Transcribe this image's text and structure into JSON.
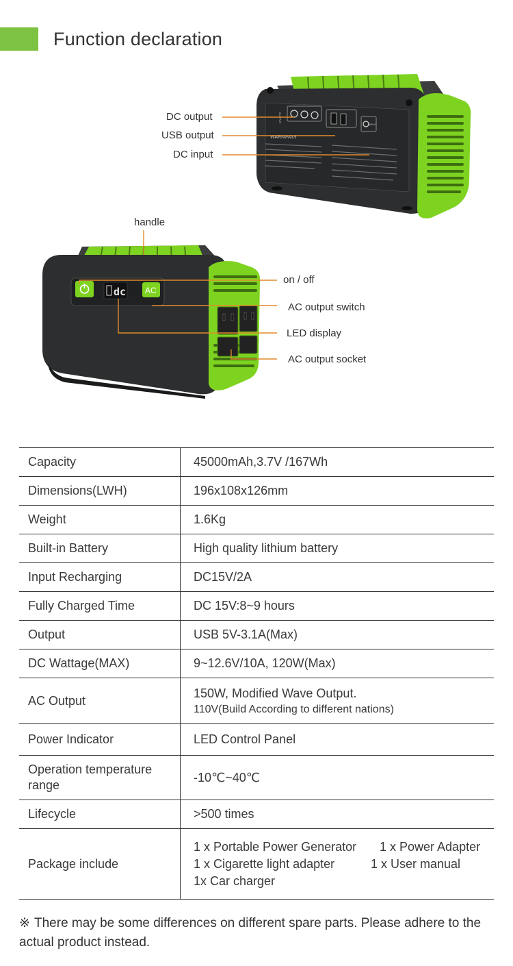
{
  "header": {
    "title": "Function declaration",
    "accent": "#7ec242"
  },
  "diagram": {
    "top_labels": {
      "dc_output": "DC output",
      "usb_output": "USB output",
      "dc_input": "DC input"
    },
    "panel_text": {
      "warning": "WARNINGS",
      "input": "INPUT",
      "output": "OUTPUT"
    },
    "front_labels": {
      "handle": "handle",
      "on_off": "on / off",
      "ac_switch": "AC output switch",
      "led_display": "LED display",
      "ac_socket": "AC output  socket"
    },
    "device_text": {
      "ac_button": "AC",
      "led_readout": "dc"
    },
    "colors": {
      "body": "#2c2e2f",
      "green": "#7ed321",
      "leader": "#e08c2c"
    }
  },
  "specs": {
    "rows": [
      {
        "key": "Capacity",
        "value": "45000mAh,3.7V /167Wh"
      },
      {
        "key": "Dimensions(LWH)",
        "value": "196x108x126mm"
      },
      {
        "key": "Weight",
        "value": "1.6Kg"
      },
      {
        "key": "Built-in Battery",
        "value": "High quality lithium battery"
      },
      {
        "key": "Input Recharging",
        "value": "DC15V/2A"
      },
      {
        "key": "Fully Charged Time",
        "value": "DC 15V:8~9 hours"
      },
      {
        "key": "Output",
        "value": "USB 5V-3.1A(Max)"
      },
      {
        "key": "DC Wattage(MAX)",
        "value": "9~12.6V/10A, 120W(Max)"
      },
      {
        "key": "AC Output",
        "value": "150W,  Modified  Wave Output.",
        "value2": "110V(Build According to different nations)"
      },
      {
        "key": "Power Indicator",
        "value": "LED Control Panel"
      },
      {
        "key": "Operation temperature range",
        "value": "-10℃~40℃"
      },
      {
        "key": "Lifecycle",
        "value": ">500 times"
      }
    ],
    "package": {
      "key": "Package include",
      "items": [
        "1 x Portable Power Generator",
        "1 x Power Adapter",
        "1 x Cigarette light adapter",
        "1 x User manual",
        "1x Car charger"
      ]
    }
  },
  "note": {
    "mark": "※",
    "text": "There may be some differences on different spare parts. Please adhere to the actual product instead."
  }
}
